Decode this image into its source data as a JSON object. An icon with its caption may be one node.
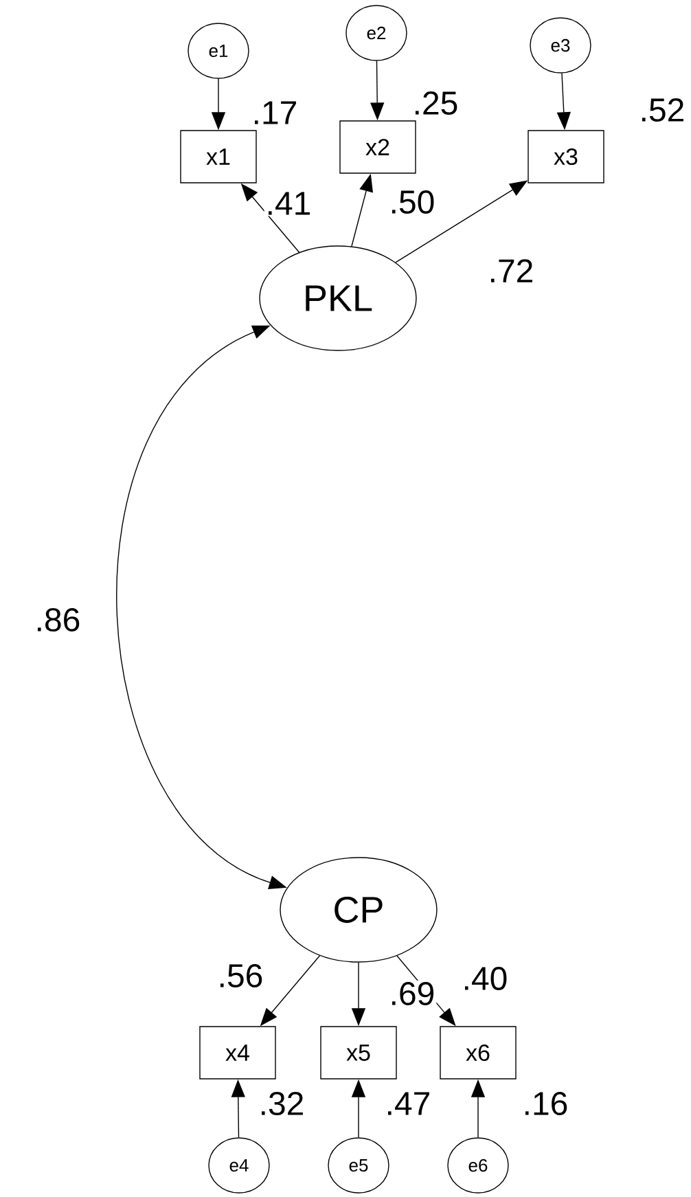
{
  "diagram": {
    "nodes": [
      {
        "text": [
          "e1"
        ]
      },
      {
        "text": [
          "e2"
        ]
      },
      {
        "text": [
          "e3"
        ]
      },
      {
        "text": [
          "x1"
        ],
        "beside": [
          ".17"
        ]
      },
      {
        "text": [
          "x2"
        ],
        "beside": [
          ".25"
        ]
      },
      {
        "text": [
          "x3"
        ],
        "beside": [
          ".52"
        ]
      },
      {
        "text": [
          "PKL"
        ]
      },
      {
        "text": [
          "CP"
        ]
      },
      {
        "text": [
          "x4"
        ],
        "beside": [
          ".32"
        ]
      },
      {
        "text": [
          "x5"
        ],
        "beside": [
          ".47"
        ]
      },
      {
        "text": [
          "x6"
        ],
        "beside": [
          ".16"
        ]
      },
      {
        "text": [
          "e4"
        ]
      },
      {
        "text": [
          "e5"
        ]
      },
      {
        "text": [
          "e6"
        ]
      }
    ],
    "edges": [
      {
        "from": 0,
        "to": 3,
        "arrow": "to"
      },
      {
        "from": 1,
        "to": 4,
        "arrow": "to"
      },
      {
        "from": 2,
        "to": 5,
        "arrow": "to"
      },
      {
        "from": 6,
        "to": 3,
        "arrow": "to",
        "label": ".41"
      },
      {
        "from": 6,
        "to": 4,
        "arrow": "to",
        "label": ".50"
      },
      {
        "from": 6,
        "to": 5,
        "arrow": "to",
        "label": ".72"
      },
      {
        "from": 6,
        "to": 7,
        "arrow": "both",
        "label": ".86"
      },
      {
        "from": 7,
        "to": 8,
        "arrow": "to",
        "label": ".56"
      },
      {
        "from": 7,
        "to": 9,
        "arrow": "to",
        "label": ".69"
      },
      {
        "from": 7,
        "to": 10,
        "arrow": "to",
        "label": ".40"
      },
      {
        "from": 11,
        "to": 8,
        "arrow": "to"
      },
      {
        "from": 12,
        "to": 9,
        "arrow": "to"
      },
      {
        "from": 13,
        "to": 10,
        "arrow": "to"
      }
    ]
  }
}
